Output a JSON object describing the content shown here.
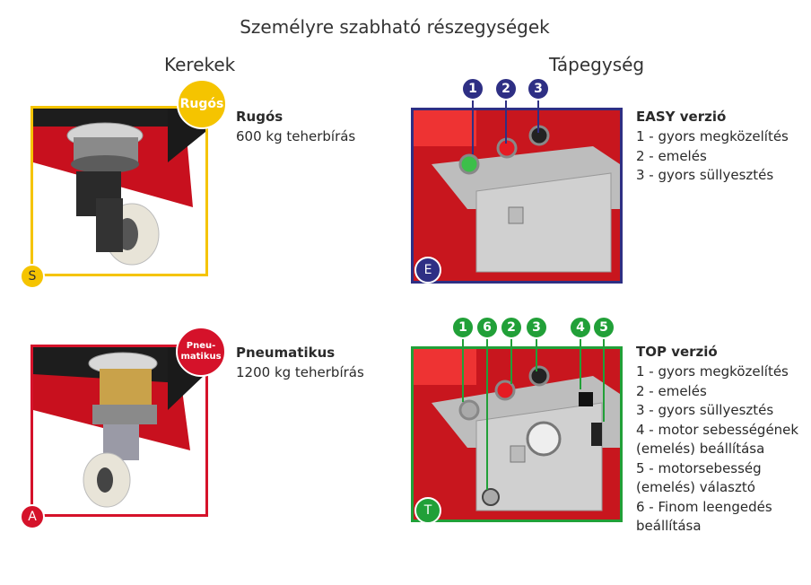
{
  "title": "Személyre szabható részegységek",
  "left_heading": "Kerekek",
  "right_heading": "Tápegység",
  "wheels": [
    {
      "badge": "Rugós",
      "corner": "S",
      "name": "Rugós",
      "capacity": "600 kg teherbírás",
      "color": "#f5c400"
    },
    {
      "badge_line1": "Pneu-",
      "badge_line2": "matikus",
      "corner": "A",
      "name": "Pneumatikus",
      "capacity": "1200 kg teherbírás",
      "color": "#d5122a"
    }
  ],
  "easy": {
    "corner": "E",
    "color": "#2e2f84",
    "buttons": [
      "1",
      "2",
      "3"
    ],
    "title": "EASY verzió",
    "items": [
      "1 - gyors megközelítés",
      "2 - emelés",
      "3 - gyors süllyesztés"
    ]
  },
  "top": {
    "corner": "T",
    "color": "#21a038",
    "buttons": [
      "1",
      "6",
      "2",
      "3",
      "4",
      "5"
    ],
    "title": "TOP verzió",
    "items": [
      "1 - gyors megközelítés",
      "2 - emelés",
      "3 - gyors süllyesztés",
      "4 - motor sebességének",
      "(emelés) beállítása",
      "5 - motorsebesség",
      "(emelés) választó",
      "6 - Finom leengedés",
      "beállítása"
    ]
  }
}
